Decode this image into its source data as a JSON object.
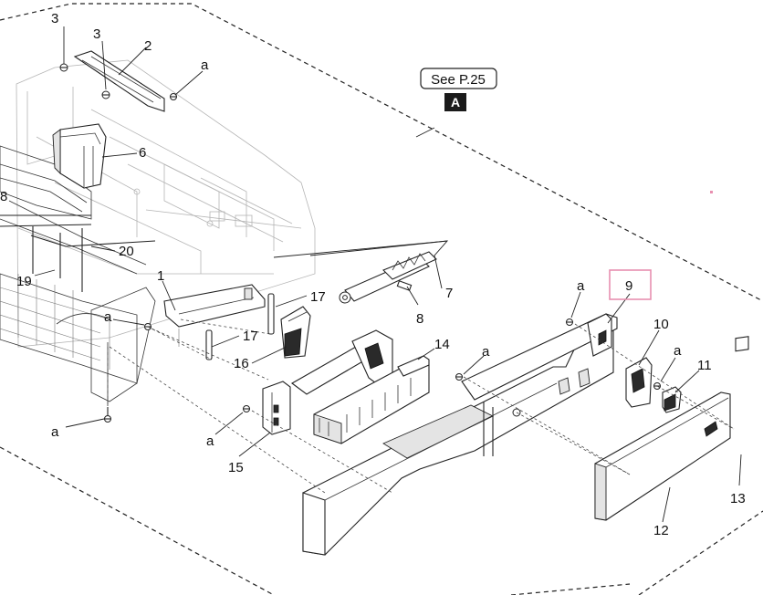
{
  "reference": {
    "see_label": "See P.25",
    "section_letter": "A"
  },
  "callouts": {
    "c3a": "3",
    "c3b": "3",
    "c2": "2",
    "ca_top": "a",
    "c6": "6",
    "c8left": "8",
    "c20": "20",
    "c19": "19",
    "c1": "1",
    "c17a": "17",
    "c17b": "17",
    "c16": "16",
    "ca_mid": "a",
    "ca_left": "a",
    "ca_15": "a",
    "c15": "15",
    "c14": "14",
    "ca_14": "a",
    "c7": "7",
    "c8": "8",
    "ca_9": "a",
    "c9": "9",
    "c10": "10",
    "ca_11": "a",
    "c11": "11",
    "c13": "13",
    "c12": "12"
  },
  "highlight": {
    "color": "#e88fb0",
    "target": "9"
  }
}
